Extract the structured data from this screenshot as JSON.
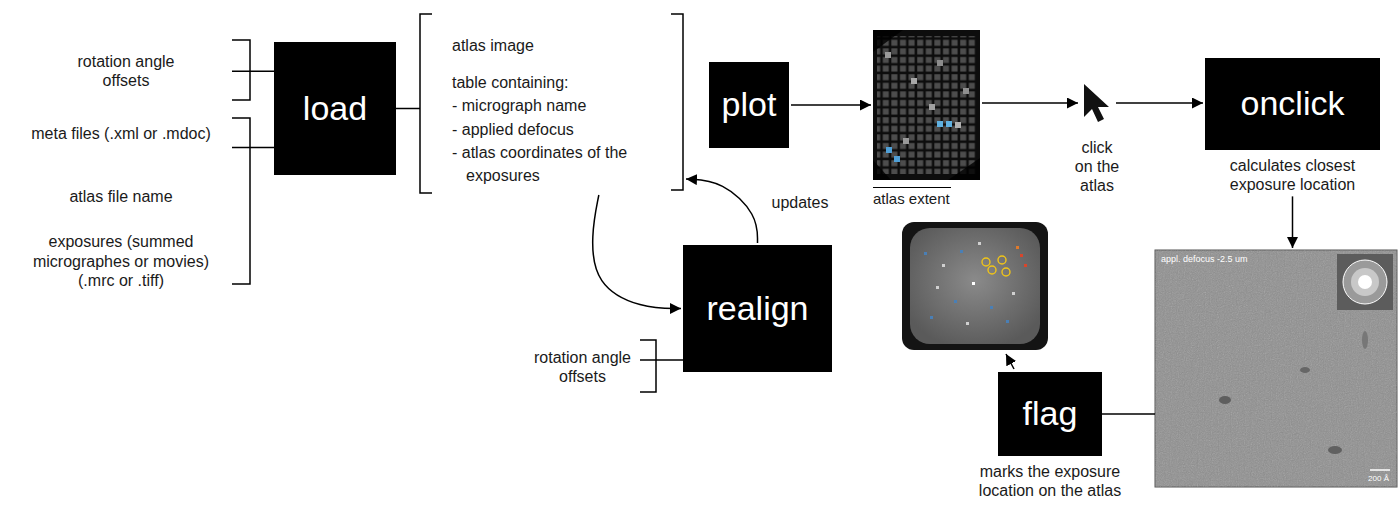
{
  "diagram": {
    "nodes": [
      {
        "text": [
          "rotation angle offsets"
        ]
      },
      {
        "text": [
          "meta files (.xml or .mdoc)",
          "atlas file name",
          "exposures (summed micrographes or movies) (.mrc or .tiff)"
        ]
      },
      {
        "text": [
          "load"
        ]
      },
      {
        "text": [
          "atlas image",
          "table containing:",
          "- micrograph name",
          "- applied defocus",
          "- atlas coordinates of the exposures"
        ]
      },
      {
        "text": [
          "plot"
        ]
      },
      {
        "text": [
          "atlas extent"
        ]
      },
      {
        "text": [
          "click on the atlas"
        ]
      },
      {
        "text": [
          "onclick",
          "calculates closest exposure location"
        ]
      },
      {
        "text": [
          "appl. defocus -2.5 um",
          "200 Å"
        ]
      },
      {
        "text": [
          "realign"
        ]
      },
      {
        "text": [
          "rotation angle offsets"
        ]
      },
      {
        "text": [
          "flag",
          "marks the exposure location on the atlas"
        ]
      }
    ],
    "edges": [
      {
        "from": 0,
        "to": 2,
        "arrow": "none"
      },
      {
        "from": 1,
        "to": 2,
        "arrow": "none"
      },
      {
        "from": 2,
        "to": 3,
        "arrow": "none"
      },
      {
        "from": 4,
        "to": 5,
        "arrow": "to"
      },
      {
        "from": 5,
        "to": 6,
        "arrow": "to"
      },
      {
        "from": 6,
        "to": 7,
        "arrow": "to"
      },
      {
        "from": 7,
        "to": 8,
        "arrow": "to"
      },
      {
        "from": 8,
        "to": 11,
        "arrow": "none"
      },
      {
        "from": 3,
        "to": 9,
        "arrow": "to"
      },
      {
        "from": 9,
        "to": 3,
        "label": "updates",
        "arrow": "to"
      },
      {
        "from": 10,
        "to": 9,
        "arrow": "none"
      }
    ]
  }
}
